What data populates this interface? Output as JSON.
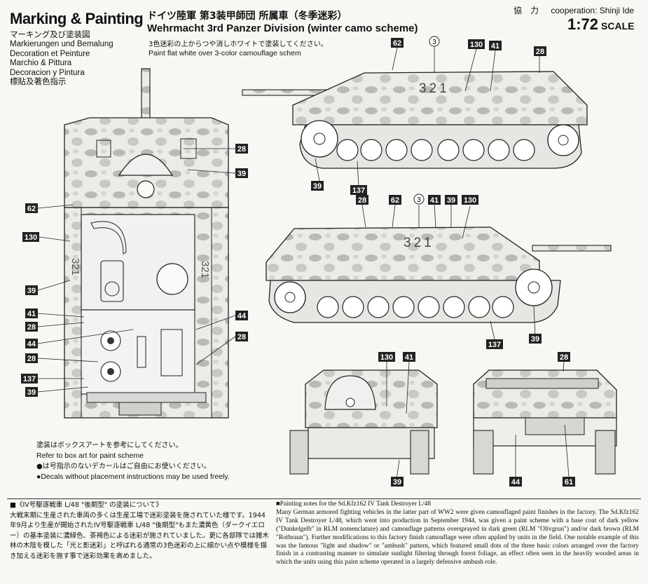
{
  "header": {
    "marking_title": "Marking & Painting",
    "languages": [
      "マーキング及び塗装図",
      "Markierungen und Bemalung",
      "Decoration et Peinture",
      "Marchio & Pittura",
      "Decoracion y Pintura",
      "標貼及著色指示"
    ],
    "jp_title": "ドイツ陸軍 第3装甲師団 所属車（冬季迷彩）",
    "en_title": "Wehrmacht 3rd Panzer Division (winter camo scheme)",
    "jp_note": "3色迷彩の上からつや消しホワイトで塗装してください。",
    "en_note": "Paint flat white over 3-color camouflage schem",
    "cooperation_jp": "協　力",
    "cooperation": "cooperation: Shinji Ide",
    "scale": "1:72",
    "scale_word": "SCALE"
  },
  "vehicle_number": "321",
  "callouts": {
    "c62": "62",
    "c3": "3",
    "c130": "130",
    "c41": "41",
    "c28": "28",
    "c39": "39",
    "c137": "137",
    "c44": "44",
    "c61": "61"
  },
  "paint_notes": {
    "jp1": "塗装はボックスアートを参考にしてください。",
    "en1": "Refer to box art for paint scheme",
    "jp2": "●は号指示のないデカールはご自由にお使いください。",
    "en2": "●Decals without placement instructions may be used freely."
  },
  "jp_block": {
    "title": "■《IV号駆逐戦車 L/48 \"後期型\" の塗装について》",
    "body": "大戦末期に生産された車両の多くは生産工場で迷彩塗装を施されていた様です。1944年9月より生産が開始されたIV号駆逐戦車 L/48 \"後期型\"もまた濃黄色（ダークイエロー）の基本塗装に濃緑色、茶褐色による迷彩が施されていました。更に各部隊では雑木林の木陰を模した「光と影迷彩」と呼ばれる通常の3色迷彩の上に細かい点や模様を描き加える迷彩を施す事で迷彩効果を高めました。"
  },
  "en_block": {
    "title": "■Painting notes for the Sd.Kfz162 IV Tank Destroyer L/48",
    "body": "Many German armored fighting vehicles in the latter part of WW2 were given camouflaged paint finishes in the factory. The Sd.Kfz162 IV Tank Destroyer L/48, which went into production in September 1944, was given a paint scheme with a base coat of dark yellow (\"Dunkelgelb\" in RLM nomenclature) and camouflage patterns oversprayed in dark green (RLM \"Olivgrun\") and/or dark brown (RLM \"Rotbraun\"). Further modifications to this factory finish camouflage were often applied by units in the field. One notable example of this was the famous \"light and shadow\" or \"ambush\" pattern, which featured small dots of the three basic colors arranged over the factory finish in a contrasting manner to simulate sunlight filtering through forest foliage, an effect often seen in the heavily wooded areas in which the units using this paint scheme operated in a largely defensive ambush role."
  }
}
